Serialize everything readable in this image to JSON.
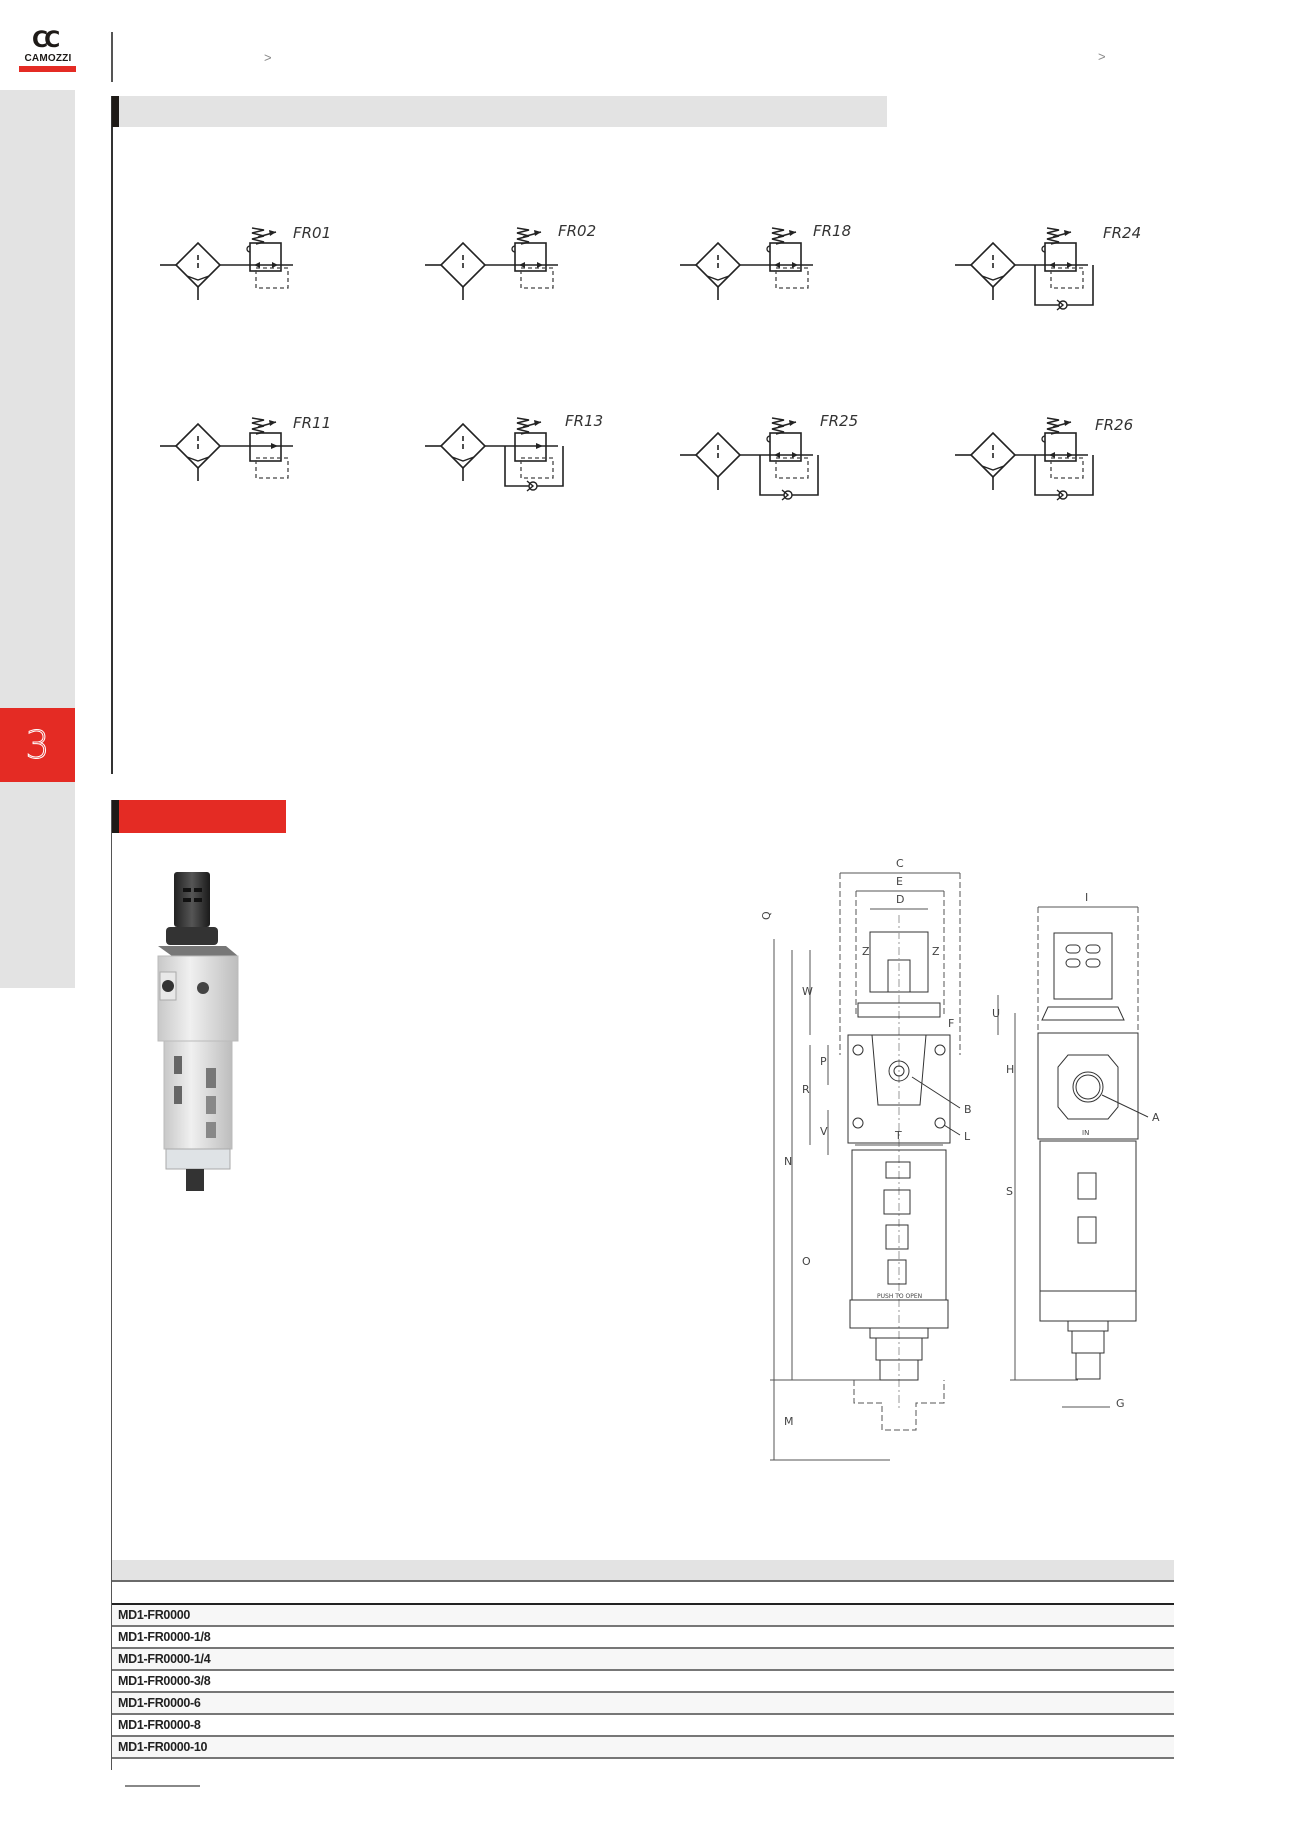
{
  "header": {
    "brand": "CAMOZZI",
    "brand_mark": "CC",
    "breadcrumb_separators": [
      ">",
      ">"
    ],
    "colors": {
      "brand_red": "#e42b24",
      "dark": "#1e1a17",
      "gray_band": "#e3e3e3"
    }
  },
  "sidebar": {
    "chapter_number": "3"
  },
  "symbols_section": {
    "title": "",
    "symbols": [
      {
        "code": "FR01",
        "variant": "filter-drain-manual_relieving"
      },
      {
        "code": "FR02",
        "variant": "filter-no-drain_relieving"
      },
      {
        "code": "FR18",
        "variant": "filter-drain-automatic_relieving"
      },
      {
        "code": "FR24",
        "variant": "filter-drain_relieving_bypass-check"
      },
      {
        "code": "FR11",
        "variant": "filter-drain_non-relieving"
      },
      {
        "code": "FR13",
        "variant": "filter-drain_non-relieving_bypass-check"
      },
      {
        "code": "FR25",
        "variant": "filter-no-drain_relieving_bypass-check"
      },
      {
        "code": "FR26",
        "variant": "filter-auto-drain_relieving_bypass-check"
      }
    ]
  },
  "dimensions_section": {
    "title": "",
    "drawing_labels": {
      "front": [
        "C",
        "E",
        "D",
        "Q",
        "W",
        "Z",
        "Z",
        "F",
        "P",
        "R",
        "B",
        "V",
        "T",
        "L",
        "N",
        "O",
        "M"
      ],
      "side": [
        "I",
        "U",
        "H",
        "A",
        "S",
        "G"
      ],
      "body_text": [
        "IN",
        "PUSH TO OPEN"
      ]
    }
  },
  "table": {
    "header": "",
    "rows": [
      {
        "model": "MD1-FR0000"
      },
      {
        "model": "MD1-FR0000-1/8"
      },
      {
        "model": "MD1-FR0000-1/4"
      },
      {
        "model": "MD1-FR0000-3/8"
      },
      {
        "model": "MD1-FR0000-6"
      },
      {
        "model": "MD1-FR0000-8"
      },
      {
        "model": "MD1-FR0000-10"
      }
    ]
  }
}
